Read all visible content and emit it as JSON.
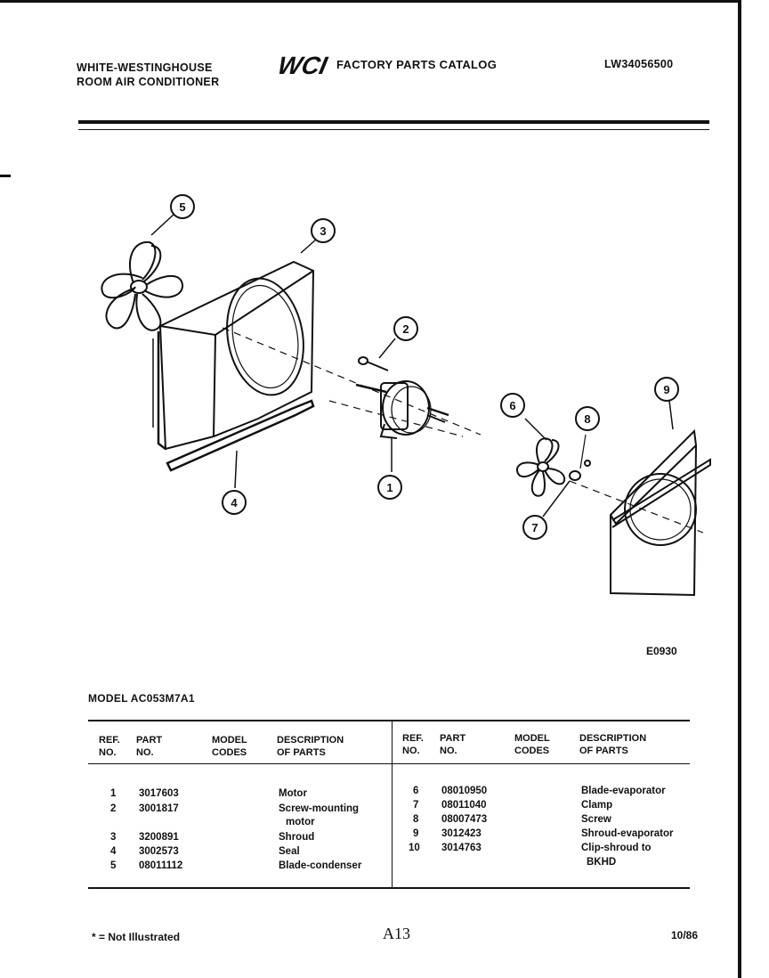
{
  "header": {
    "brand_line1": "WHITE-WESTINGHOUSE",
    "brand_line2": "ROOM AIR CONDITIONER",
    "logo_text": "WCI",
    "catalog_title": "FACTORY PARTS CATALOG",
    "catalog_number": "LW34056500"
  },
  "diagram": {
    "figure_code": "E0930",
    "callouts": [
      "1",
      "2",
      "3",
      "4",
      "5",
      "6",
      "7",
      "8",
      "9"
    ]
  },
  "model": "MODEL AC053M7A1",
  "table": {
    "headers": {
      "ref": [
        "REF.",
        "NO."
      ],
      "part": [
        "PART",
        "NO."
      ],
      "codes": [
        "MODEL",
        "CODES"
      ],
      "desc": [
        "DESCRIPTION",
        "OF PARTS"
      ]
    },
    "left": [
      {
        "ref": "1",
        "part": "3017603",
        "desc": [
          "Motor"
        ]
      },
      {
        "ref": "2",
        "part": "3001817",
        "desc": [
          "Screw-mounting",
          "motor"
        ]
      },
      {
        "ref": "3",
        "part": "3200891",
        "desc": [
          "Shroud"
        ]
      },
      {
        "ref": "4",
        "part": "3002573",
        "desc": [
          "Seal"
        ]
      },
      {
        "ref": "5",
        "part": "08011112",
        "desc": [
          "Blade-condenser"
        ]
      }
    ],
    "right": [
      {
        "ref": "6",
        "part": "08010950",
        "desc": [
          "Blade-evaporator"
        ]
      },
      {
        "ref": "7",
        "part": "08011040",
        "desc": [
          "Clamp"
        ]
      },
      {
        "ref": "8",
        "part": "08007473",
        "desc": [
          "Screw"
        ]
      },
      {
        "ref": "9",
        "part": "3012423",
        "desc": [
          "Shroud-evaporator"
        ]
      },
      {
        "ref": "10",
        "part": "3014763",
        "desc": [
          "Clip-shroud to",
          "BKHD"
        ]
      }
    ]
  },
  "footer": {
    "note": "* = Not Illustrated",
    "page": "A13",
    "date": "10/86"
  }
}
